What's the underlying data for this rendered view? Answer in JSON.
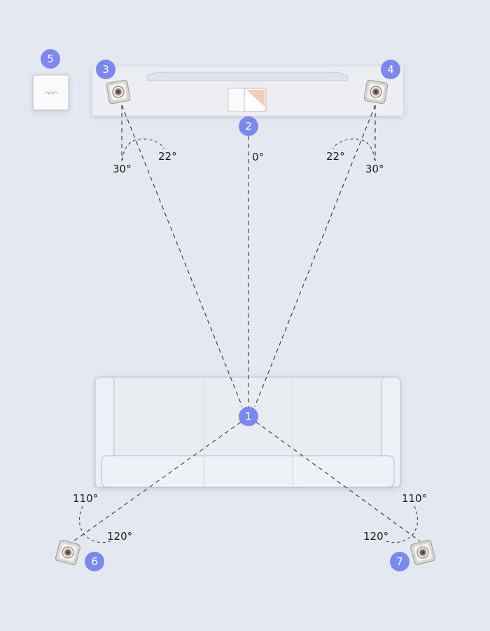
{
  "title": "Speaker placement diagram",
  "badge_color": "#7b88f0",
  "positions": {
    "listener": "1",
    "center": "2",
    "front_left": "3",
    "front_right": "4",
    "subwoofer": "5",
    "surround_left": "6",
    "surround_right": "7"
  },
  "angles": {
    "center": "0°",
    "front_left_inner": "22°",
    "front_left_outer": "30°",
    "front_right_inner": "22°",
    "front_right_outer": "30°",
    "surround_left_outer": "110°",
    "surround_left_inner": "120°",
    "surround_right_outer": "110°",
    "surround_right_inner": "120°"
  }
}
